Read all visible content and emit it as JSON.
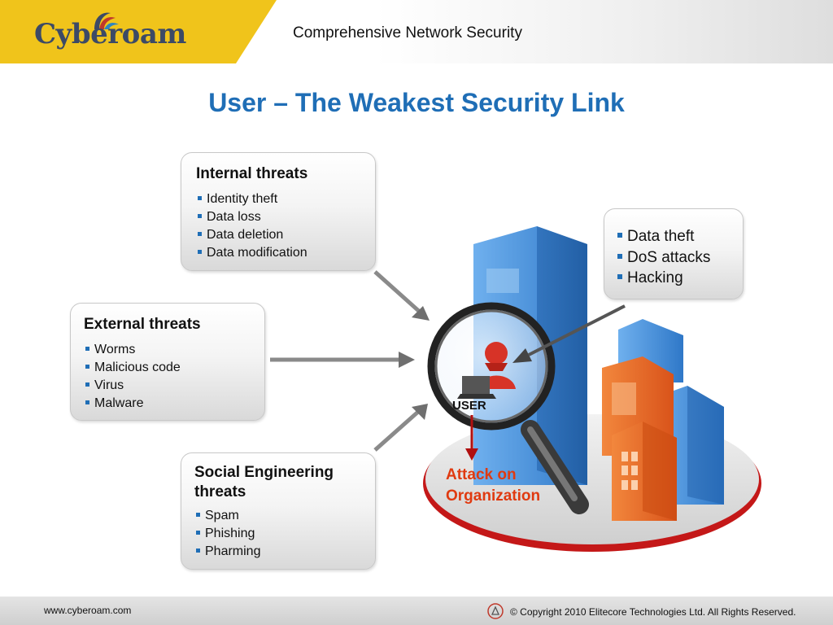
{
  "header": {
    "logo_text": "Cyberoam",
    "title": "Comprehensive Network Security"
  },
  "slide": {
    "title": "User – The Weakest Security Link"
  },
  "internal_threats": {
    "title": "Internal threats",
    "items": [
      "Identity theft",
      "Data loss",
      "Data deletion",
      "Data modification"
    ]
  },
  "external_threats": {
    "title": "External threats",
    "items": [
      "Worms",
      "Malicious code",
      "Virus",
      "Malware"
    ]
  },
  "social_threats": {
    "title": "Social Engineering threats",
    "items": [
      "Spam",
      "Phishing",
      "Pharming"
    ]
  },
  "user_threats": {
    "items": [
      "Data theft",
      "DoS attacks",
      "Hacking"
    ]
  },
  "diagram": {
    "user_label": "USER",
    "attack_label": "Attack on Organization"
  },
  "footer": {
    "url": "www.cyberoam.com",
    "copyright": "© Copyright 2010 Elitecore Technologies Ltd. All Rights Reserved."
  },
  "colors": {
    "title_blue": "#1f6eb6",
    "logo_yellow": "#f0c41b",
    "attack_red": "#e03a10",
    "building_blue": "#3f8ad8",
    "building_orange": "#e8621f"
  },
  "icons": [
    "cyberoam-logo-icon",
    "magnifier-icon",
    "user-icon",
    "laptop-icon",
    "building-icon",
    "arrow-icon"
  ]
}
